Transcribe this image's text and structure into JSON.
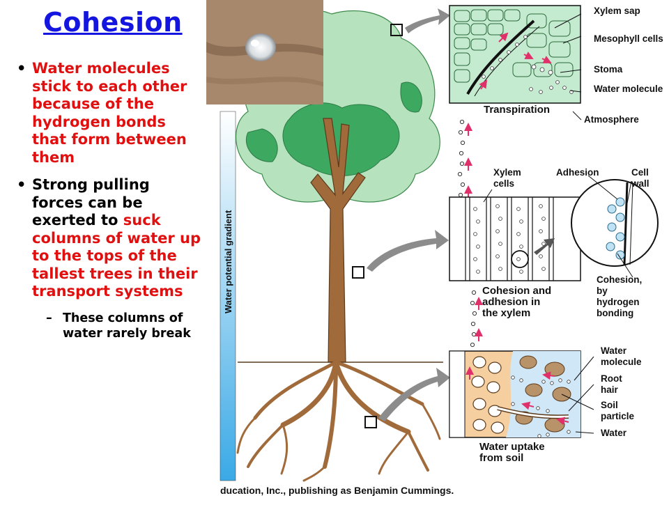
{
  "slide": {
    "title": "Cohesion",
    "bullet1": "Water molecules stick to each other because of the hydrogen bonds that form between them",
    "bullet2_plain": "Strong pulling forces can be exerted to ",
    "bullet2_red": "suck columns of water up to the tops of the tallest trees in their transport systems",
    "sub_bullet": "These columns of water rarely break"
  },
  "diagram": {
    "gradient_label": "Water potential gradient",
    "leaf_panel": {
      "labels": [
        "Xylem sap",
        "Mesophyll cells",
        "Stoma",
        "Water molecule",
        "Atmosphere"
      ],
      "caption": "Transpiration"
    },
    "xylem_panel": {
      "labels": [
        "Xylem cells",
        "Adhesion",
        "Cell wall",
        "Cohesion, by hydrogen bonding"
      ],
      "caption": "Cohesion and adhesion in the xylem"
    },
    "root_panel": {
      "labels": [
        "Water molecule",
        "Root hair",
        "Soil particle",
        "Water"
      ],
      "caption": "Water uptake from soil"
    },
    "credit": "ducation, Inc., publishing as Benjamin Cummings."
  },
  "colors": {
    "title": "#1515e0",
    "red_text": "#e01010",
    "leaf_light": "#b6e2bd",
    "leaf_dark": "#3da860",
    "trunk": "#a06a3a",
    "gradient_top": "#ffffff",
    "gradient_bottom": "#3aa9e6"
  }
}
